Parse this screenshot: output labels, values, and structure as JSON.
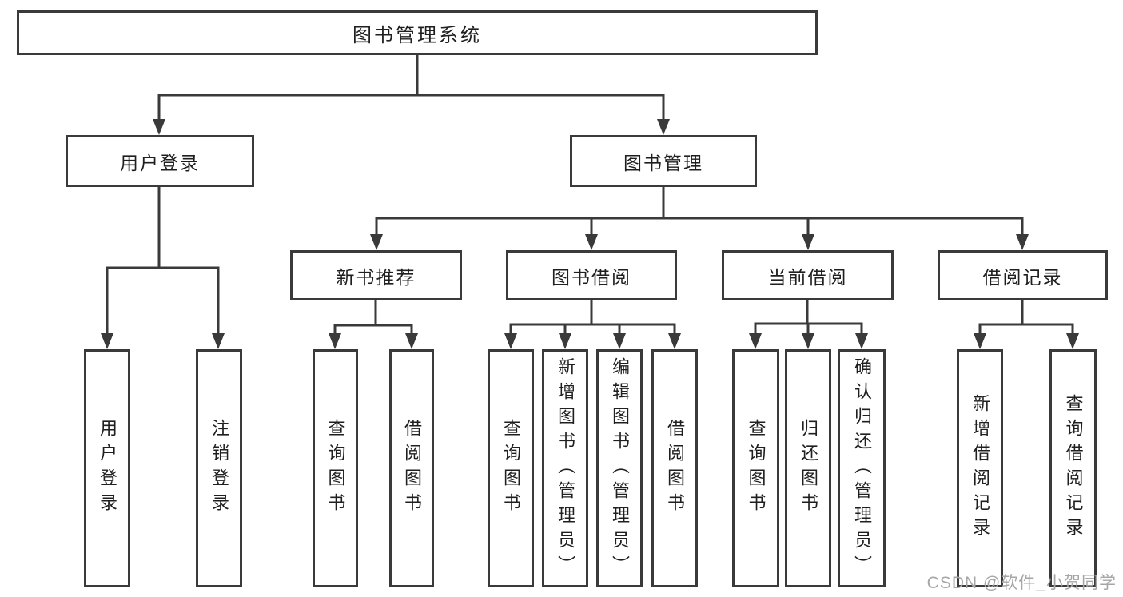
{
  "diagram": {
    "watermark": "CSDN @软件_小贺同学",
    "colors": {
      "line": "#3a3a3a",
      "text": "#1f1f1f",
      "watermark": "#a6a6a6",
      "background": "#ffffff"
    },
    "tree": {
      "label": "图书管理系统",
      "children": [
        {
          "label": "用户登录",
          "children": [
            {
              "label": "用户登录"
            },
            {
              "label": "注销登录"
            }
          ]
        },
        {
          "label": "图书管理",
          "children": [
            {
              "label": "新书推荐",
              "children": [
                {
                  "label": "查询图书"
                },
                {
                  "label": "借阅图书"
                }
              ]
            },
            {
              "label": "图书借阅",
              "children": [
                {
                  "label": "查询图书"
                },
                {
                  "label": "新增图书（管理员）"
                },
                {
                  "label": "编辑图书（管理员）"
                },
                {
                  "label": "借阅图书"
                }
              ]
            },
            {
              "label": "当前借阅",
              "children": [
                {
                  "label": "查询图书"
                },
                {
                  "label": "归还图书"
                },
                {
                  "label": "确认归还（管理员）"
                }
              ]
            },
            {
              "label": "借阅记录",
              "children": [
                {
                  "label": "新增借阅记录"
                },
                {
                  "label": "查询借阅记录"
                }
              ]
            }
          ]
        }
      ]
    }
  }
}
